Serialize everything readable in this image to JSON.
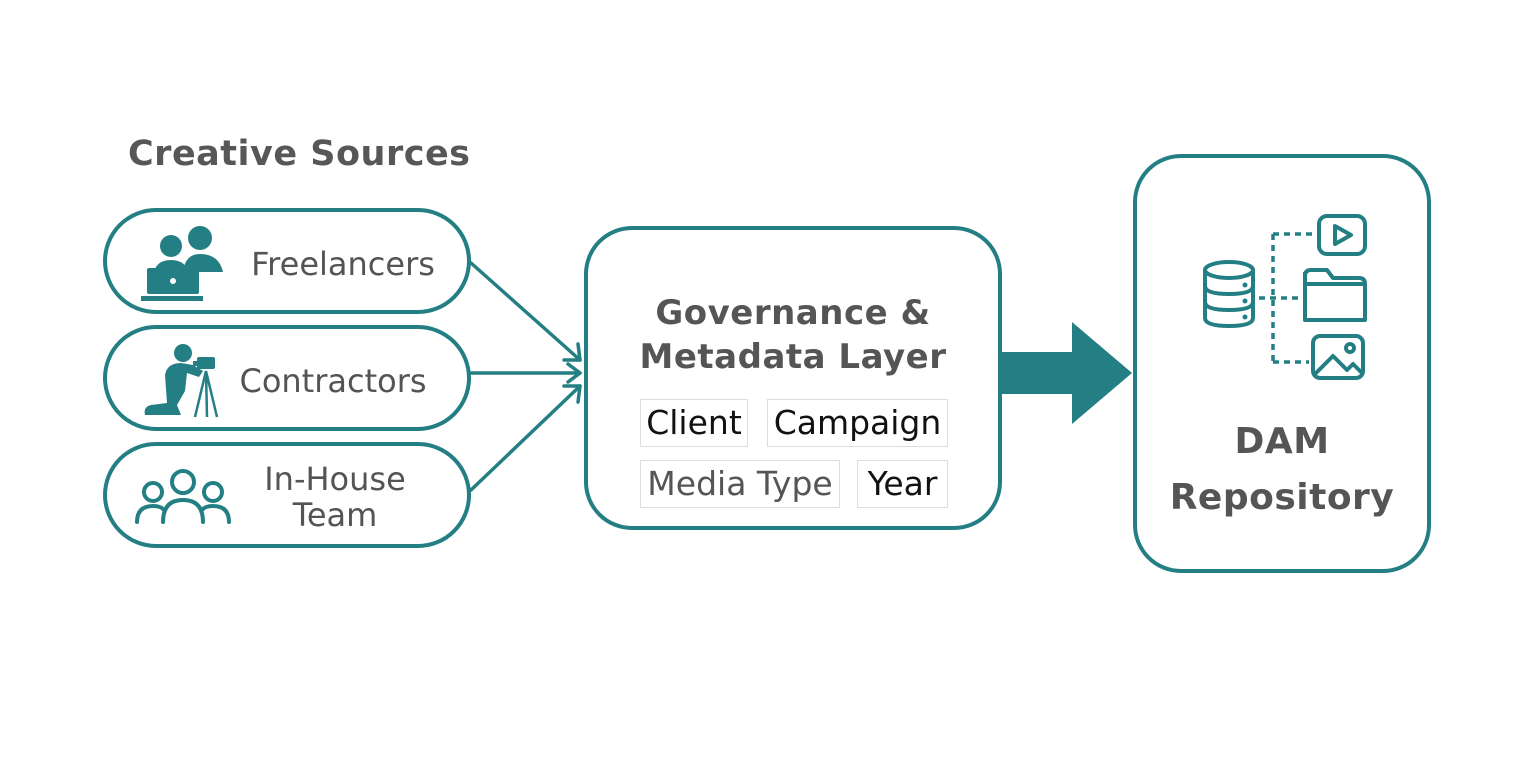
{
  "section_title": "Creative Sources",
  "sources": [
    {
      "label": "Freelancers",
      "icon": "freelancer-laptop-icon"
    },
    {
      "label": "Contractors",
      "icon": "photographer-camera-icon"
    },
    {
      "label_line1": "In-House",
      "label_line2": "Team",
      "icon": "team-group-icon"
    }
  ],
  "governance": {
    "title_line1": "Governance &",
    "title_line2": "Metadata Layer",
    "tags": [
      "Client",
      "Campaign",
      "Media Type",
      "Year"
    ]
  },
  "dam": {
    "title_line1": "DAM",
    "title_line2": "Repository",
    "icons": [
      "database-icon",
      "video-play-icon",
      "folder-icon",
      "image-icon"
    ]
  },
  "colors": {
    "accent": "#247f84",
    "text": "#555555"
  }
}
